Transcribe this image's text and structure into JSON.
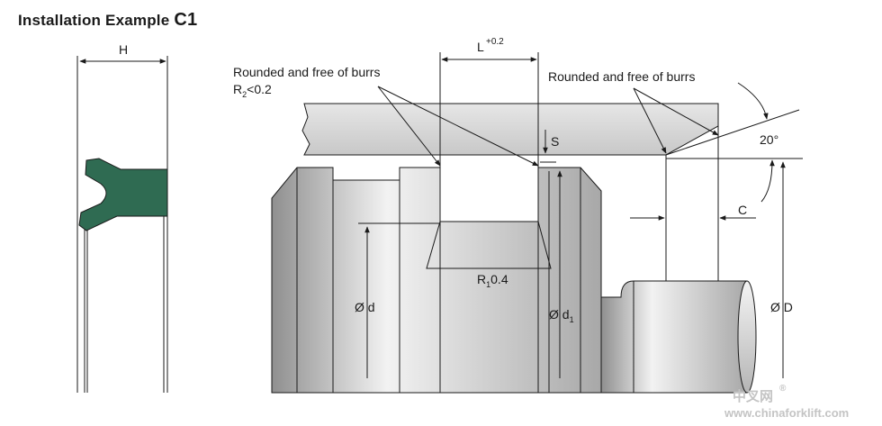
{
  "title": {
    "main": "Installation Example",
    "code": "C1"
  },
  "labels": {
    "H": "H",
    "L": "L",
    "L_tol": "+0.2",
    "rounded_left": "Rounded and free of burrs",
    "r2_prefix": "R",
    "r2_sub": "2",
    "r2_value": "<0.2",
    "rounded_right": "Rounded and free of burrs",
    "S": "S",
    "angle": "20°",
    "C": "C",
    "d": "Ø d",
    "d1_prefix": "Ø d",
    "d1_sub": "1",
    "D": "Ø D",
    "r1_prefix": "R",
    "r1_sub": "1",
    "r1_value": "0.4"
  },
  "watermark": {
    "cn": "中叉网",
    "reg": "®",
    "url": "www.chinaforklift.com"
  },
  "colors": {
    "seal": "#2f6b52",
    "rod": "#bdbdbd",
    "housing": "#d4d4d4",
    "line": "#1a1a1a"
  }
}
